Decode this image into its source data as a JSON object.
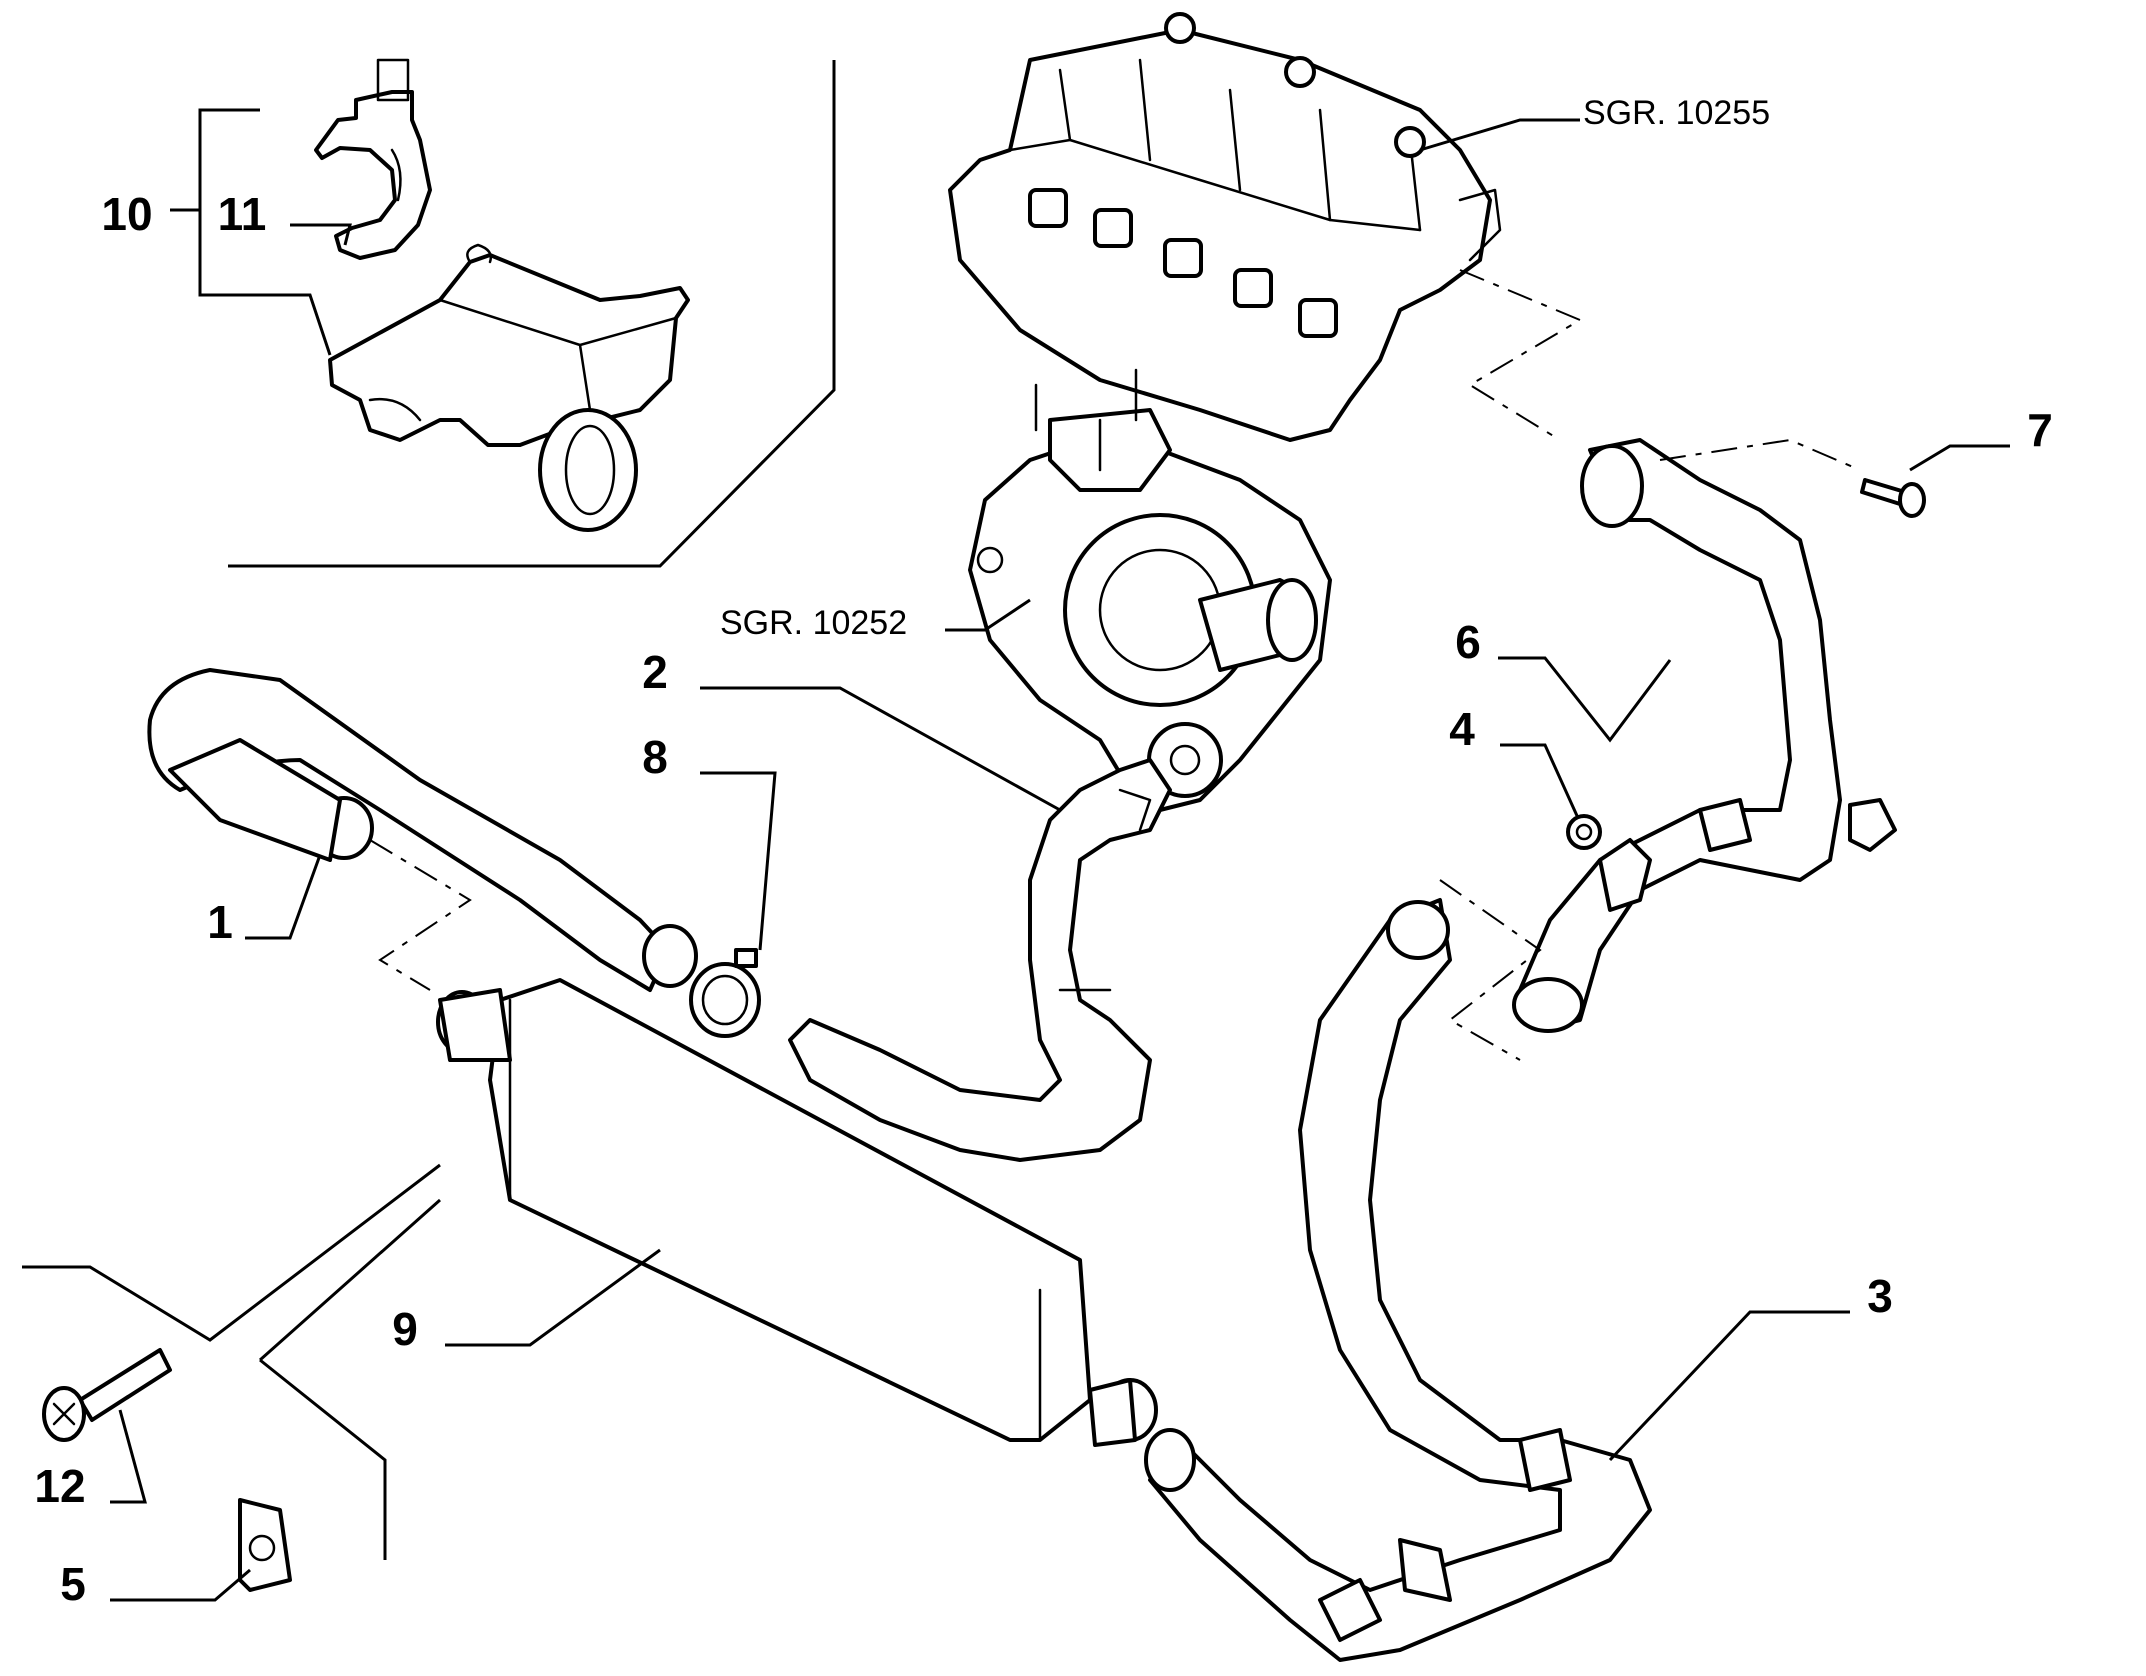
{
  "labels": {
    "l1": "1",
    "l2": "2",
    "l3": "3",
    "l4": "4",
    "l5": "5",
    "l6": "6",
    "l7": "7",
    "l8": "8",
    "l9": "9",
    "l10": "10",
    "l11": "11",
    "l12": "12"
  },
  "refs": {
    "manifold": "SGR. 10255",
    "turbo": "SGR. 10252"
  },
  "colors": {
    "line": "#000000",
    "background": "#ffffff"
  }
}
